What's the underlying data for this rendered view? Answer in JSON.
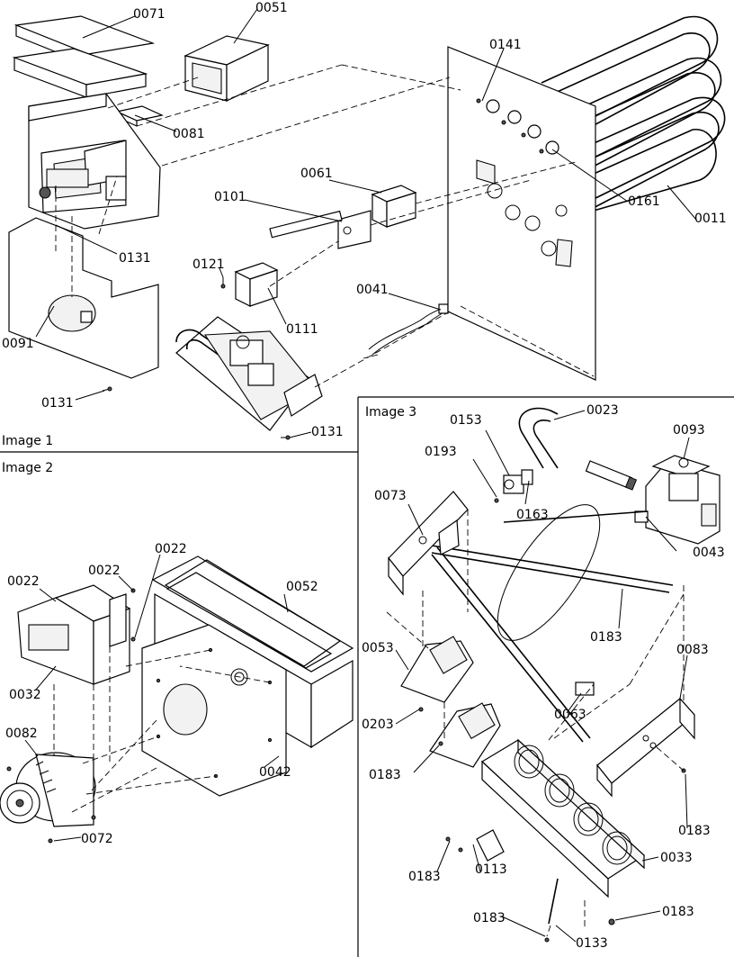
{
  "panels": [
    {
      "title": "Image 1"
    },
    {
      "title": "Image 2"
    },
    {
      "title": "Image 3"
    }
  ],
  "callouts": {
    "image1": [
      "0071",
      "0051",
      "0081",
      "0141",
      "0061",
      "0101",
      "0131",
      "0161",
      "0011",
      "0121",
      "0041",
      "0111",
      "0091",
      "0131",
      "0131"
    ],
    "image2": [
      "0022",
      "0022",
      "0022",
      "0052",
      "0032",
      "0082",
      "0042",
      "0072"
    ],
    "image3": [
      "0153",
      "0023",
      "0193",
      "0093",
      "0073",
      "0163",
      "0043",
      "0183",
      "0053",
      "0083",
      "0063",
      "0203",
      "0183",
      "0183",
      "0113",
      "0183",
      "0033",
      "0183",
      "0183",
      "0133"
    ]
  }
}
